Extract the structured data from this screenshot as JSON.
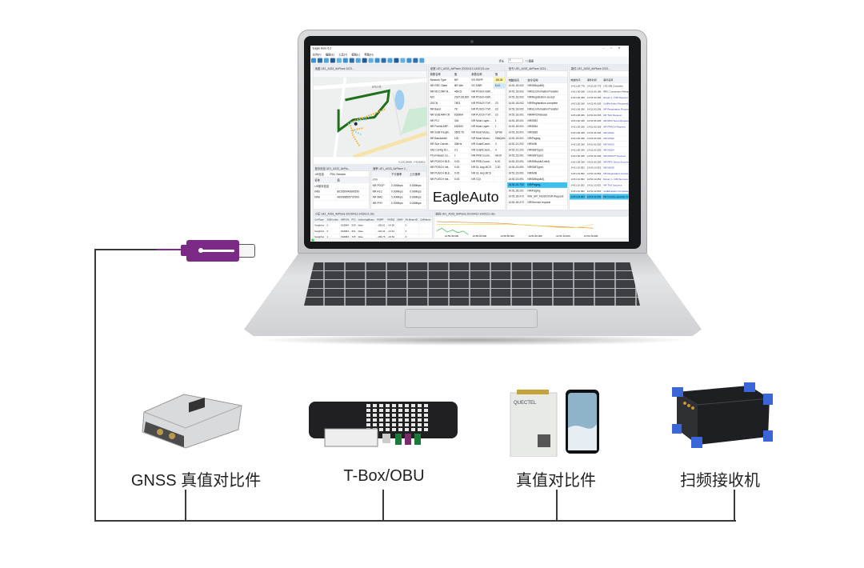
{
  "app": {
    "title": "Eagle Auto 6.2",
    "menu": [
      "文件(F)",
      "编辑(E)",
      "工具(T)",
      "模版(L)",
      "帮助(H)"
    ],
    "step_label": "步长",
    "step_value": "1",
    "checkbox_label": "图表",
    "map_panel": "地图 UE1_A033_AirPlane 2023...",
    "coord": "X:125.16436, Y:43.82812",
    "road_label": "吉林大路",
    "param_panel": "参数 UE1_A033_AirPlane 20230412-1430121.csv",
    "param_headers": [
      "参数名称",
      "值",
      "参数名称",
      "值"
    ],
    "params": [
      [
        "Network Type",
        "NR",
        "SS RSRP",
        "-88.38"
      ],
      [
        "NR RRC State",
        "NR Idle",
        "SS SINR",
        "5.41"
      ],
      [
        "NR MCC/NR M...",
        "460/11",
        "NR PDSCH BW...",
        ""
      ],
      [
        "NCI",
        "2187161892",
        "NR PDSCH BW...",
        ""
      ],
      [
        "GSCN",
        "7803",
        "NR PRACH TxP...",
        "23"
      ],
      [
        "NR Band",
        "78",
        "NR PUSCH TxP...",
        "23"
      ],
      [
        "NR SSB ARFCN",
        "633984",
        "NR PUCCH TxP...",
        "23"
      ],
      [
        "NR PCI",
        "344",
        "NR Most Layer...",
        "1"
      ],
      [
        "NR PointA ARF...",
        "633300",
        "NR Most Layer...",
        "1"
      ],
      [
        "NR SSB FreqM...",
        "3509.76",
        "NR Most Modu...",
        "QPSK"
      ],
      [
        "NR Bandwidth",
        "100",
        "NR Most Modu...",
        "256QAM"
      ],
      [
        "NR Sub Carrier...",
        "30kHz",
        "NR GrantCount...",
        "3"
      ],
      [
        "Slot Config DL/...",
        "3:1",
        "NR GrantCount...",
        "4"
      ],
      [
        "PCell Beam Co...",
        "1",
        "NR PRB Count...",
        "48.00"
      ],
      [
        "NR PDSCH BLE...",
        "0.00",
        "NR PRB Count...",
        "6.00"
      ],
      [
        "NR PDSCH Init...",
        "0.00",
        "NR DL Avg MCS",
        "2.30"
      ],
      [
        "NR PUSCH BLE...",
        "0.00",
        "NR UL Avg MCS",
        ""
      ],
      [
        "NR PUSCH Init...",
        "0.00",
        "NR CQI",
        ""
      ]
    ],
    "watermark": "EagleAuto",
    "sig_panel": "信令 UE1_A033_AirPlane 2023...",
    "sig_headers": [
      "电脑时间",
      "信令名称"
    ],
    "signals": [
      [
        "14:51:18.002",
        "NR/SIBs(sib5)"
      ],
      [
        "14:51:18.002",
        "NR/ULInformationTransfer"
      ],
      [
        "14:51:18.002",
        "NR/Registration accept"
      ],
      [
        "14:51:18.002",
        "NR/Registration complete"
      ],
      [
        "14:51:18.002",
        "NR/ULInformationTransfer"
      ],
      [
        "14:51:18.001",
        "NR/RRCRelease"
      ],
      [
        "14:51:18.001",
        "NR/SIB2"
      ],
      [
        "14:51:18.001",
        "NR/SIB4"
      ],
      [
        "14:51:18.001",
        "NR/SIB5"
      ],
      [
        "14:51:18.001",
        "NR/Paging"
      ],
      [
        "14:51:21.202",
        "NR/MIB"
      ],
      [
        "14:51:21.202",
        "NR/SIBType1"
      ],
      [
        "14:51:23.091",
        "NR/SIBType1"
      ],
      [
        "14:51:23.091",
        "NR/SIBs(sib2,sib4)"
      ],
      [
        "14:51:23.091",
        "NR/SIBType1"
      ],
      [
        "14:51:23.091",
        "NR/MIB"
      ],
      [
        "14:51:23.091",
        "NR/SIBs(sib3)"
      ],
      [
        "14:51:24.702",
        "NR/Paging"
      ],
      [
        "14:51:28.201",
        "NR/Paging"
      ],
      [
        "14:51:28.472",
        "IMS_SIP_REGISTER Request"
      ],
      [
        "14:51:28.472",
        "NR/Service request"
      ]
    ],
    "sig_selected": 17,
    "evt_panel": "事件 UE1_A033_AirPlane 2023...",
    "evt_headers": [
      "电脑时间",
      "事件时间",
      "事件名称"
    ],
    "events": [
      [
        "14:51:05.778",
        "14:51:05.778",
        "LTE SIB Complete"
      ],
      [
        "14:51:00.188",
        "14:51:00.188",
        "RRC Connection Release"
      ],
      [
        "14:51:00.336",
        "14:51:00.336",
        "Return L->NR Request"
      ],
      [
        "14:51:00.336",
        "14:51:00.336",
        "CellReSelect Request(LTE"
      ],
      [
        "14:51:00.336",
        "14:51:00.336",
        "NR Registration Request"
      ],
      [
        "14:51:00.336",
        "14:51:00.336",
        "NR TAU Request"
      ],
      [
        "14:51:00.336",
        "14:51:00.336",
        "NR RRC Setup Request"
      ],
      [
        "14:51:00.336",
        "14:51:00.336",
        "NR PRACH Request"
      ],
      [
        "14:51:00.336",
        "14:51:00.336",
        "NR MSG1"
      ],
      [
        "14:51:00.336",
        "14:51:00.336",
        "NR MSG2"
      ],
      [
        "14:51:00.336",
        "14:51:00.336",
        "NR MSG3"
      ],
      [
        "14:51:00.336",
        "14:51:00.336",
        "NR MSG4"
      ],
      [
        "14:51:00.336",
        "14:51:00.336",
        "NR PRACH Success"
      ],
      [
        "14:51:00.336",
        "14:51:00.336",
        "NR RRC Setup Success"
      ],
      [
        "14:51:10.052",
        "14:51:10.052",
        "NR MSG5"
      ],
      [
        "14:51:10.052",
        "14:51:10.052",
        "NR Registration Accept"
      ],
      [
        "14:51:10.052",
        "14:51:10.052",
        "Return L->NR Success"
      ],
      [
        "14:51:10.052",
        "14:51:10.052",
        "NR TAU Success"
      ],
      [
        "14:51:10.052",
        "14:51:10.052",
        "CellReSelect Complete(L"
      ],
      [
        "14:51:23.003",
        "14:51:23.003",
        "NR Cell Re-selection Com"
      ]
    ],
    "evt_selected": 19,
    "basic_panel": "基本信息 UE1_A033_AirPla...",
    "basic_tabs": [
      "UE信息",
      "PDU Session"
    ],
    "basic_headers": [
      "名称",
      "值"
    ],
    "basic_rows": [
      [
        "UE基本信息",
        ""
      ],
      [
        "IMEI",
        "861950040800530"
      ],
      [
        "IMSI",
        "460098505737900"
      ]
    ],
    "rate_panel": "速率 UE1_A033_AirPlane 2...",
    "rate_headers": [
      "",
      "下行速率",
      "上行速率"
    ],
    "rate_rows": [
      [
        "FTP",
        "",
        ""
      ],
      [
        "NR PDCP",
        "0.00Mbps",
        "0.00Mbps"
      ],
      [
        "NR RLC",
        "0.00Mbps",
        "0.00Mbps"
      ],
      [
        "NR MAC",
        "0.00Mbps",
        "0.00Mbps"
      ],
      [
        "NR PHY",
        "0.00Mbps",
        "0.00Mbps"
      ]
    ],
    "nb_panel": "小区 UE1_A033_AirPlane 20230412-1430121.xlsx",
    "nb_headers": [
      "CellType",
      "SSB Index",
      "ARFCN",
      "PCI",
      "IsServingBeam",
      "RSRP",
      "RSRQ",
      "SINR",
      "Rx BeamID",
      "CellName"
    ],
    "nb_rows": [
      [
        "Neighbor",
        "0",
        "633984",
        "539",
        "false",
        "-105.81",
        "-14.56",
        "",
        "0",
        ""
      ],
      [
        "Neighbor",
        "0",
        "633984",
        "261",
        "false",
        "-104.34",
        "-14.61",
        "",
        "0",
        ""
      ],
      [
        "Neighbor",
        "1",
        "633984",
        "725",
        "false",
        "-109.76",
        "-16.54",
        "",
        "0",
        ""
      ]
    ],
    "chart_panel": "曲线 UE1_A033_AirPlane 20230412-1430121.xlsx",
    "chart_ticks": [
      "14:50:30.000",
      "14:50:40.000",
      "14:50:50.000",
      "14:51:00.000",
      "14:51:10.000",
      "14:51:20.000"
    ]
  },
  "devices": [
    {
      "label": "GNSS 真值对比件"
    },
    {
      "label": "T-Box/OBU"
    },
    {
      "label": "真值对比件"
    },
    {
      "label": "扫频接收机"
    }
  ],
  "colors": {
    "usb": "#7b2a86",
    "line": "#3a3a3a",
    "selected": "#3fc0ec"
  }
}
